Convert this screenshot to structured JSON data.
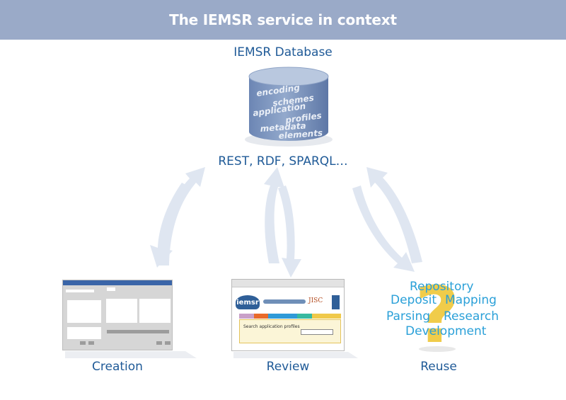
{
  "header": {
    "title": "The IEMSR service in context"
  },
  "database": {
    "title": "IEMSR Database",
    "labels": [
      "encoding",
      "schemes",
      "application",
      "profiles",
      "metadata",
      "elements"
    ]
  },
  "protocols": "REST, RDF, SPARQL…",
  "creation": {
    "caption": "Creation"
  },
  "review": {
    "caption": "Review",
    "logo_text": "iemsr",
    "partner_text": "JISC",
    "search_label": "Search application profiles",
    "tab_colors": [
      "#c9a0c8",
      "#e86a2a",
      "#2f9ad8",
      "#2f9ad8",
      "#38b9a0",
      "#f0c94a",
      "#f0c94a"
    ]
  },
  "reuse": {
    "caption": "Reuse",
    "words": [
      "Repository",
      "Deposit",
      "Mapping",
      "Parsing",
      "Research",
      "Development"
    ]
  },
  "colors": {
    "header": "#9aaac8",
    "title_text": "#1f5a97",
    "cylinder": "#7b93bd",
    "arrow": "#dfe6f1",
    "question_mark": "#f0cc4a",
    "word_text": "#2aa0d8"
  }
}
